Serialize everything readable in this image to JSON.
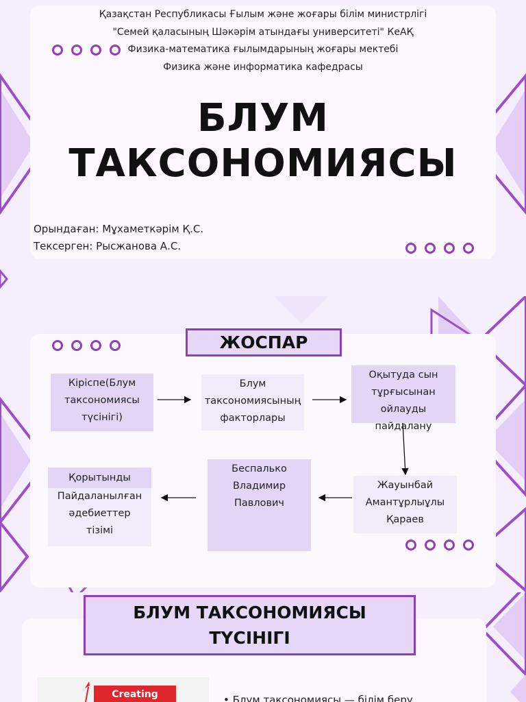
{
  "slide1": {
    "header_lines": [
      "Қазақстан Республикасы Ғылым және жоғары білім министрлігі",
      "\"Семей қаласының Шәкәрім атындағы университеті\" КеАҚ",
      "Физика-математика ғылымдарының жоғары мектебі",
      "Физика және информатика кафедрасы"
    ],
    "title_line1": "БЛУМ",
    "title_line2": "ТАКСОНОМИЯСЫ",
    "performer": "Орындаған: Мұхаметкәрім Қ.С.",
    "checker": "Тексерген: Рысжанова А.С."
  },
  "slide2": {
    "title": "ЖОСПАР",
    "boxes": {
      "intro": [
        "Кіріспе(Блум",
        "таксономиясы",
        "түсінігі)"
      ],
      "factors": [
        "Блум",
        "таксономиясының",
        "факторлары"
      ],
      "critical": [
        "Оқытуда сын",
        "тұрғысынан",
        "ойлауды пайдалану"
      ],
      "zhauynbai": [
        "Жауынбай",
        "Амантұрлыұлы",
        "Қараев"
      ],
      "bespalko": [
        "Беспалько",
        "Владимир",
        "Павлович"
      ],
      "conclusion": "Қорытынды",
      "references": [
        "Пайдаланылған",
        "әдебиеттер",
        "тізімі"
      ]
    }
  },
  "slide3": {
    "title_line1": "БЛУМ ТАКСОНОМИЯСЫ",
    "title_line2": "ТҮСІНІГІ",
    "pyramid_top_label": "Creating",
    "bullet_text": "Блум таксономиясы — білім беру"
  },
  "colors": {
    "accent": "#8f3fb5",
    "box_dark": "#e4d5f6",
    "box_light": "#f1ebfa",
    "card": "#fcf8fe",
    "creating_red": "#e0262d"
  }
}
